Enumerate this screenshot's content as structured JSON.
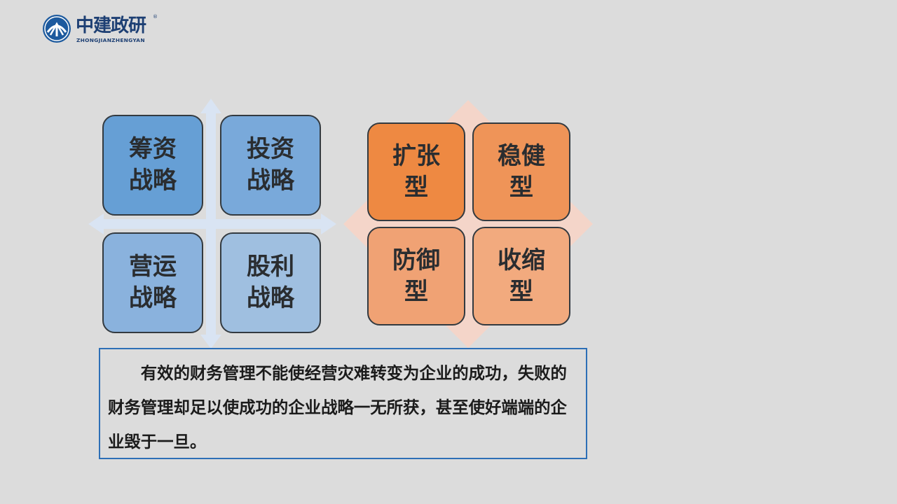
{
  "logo": {
    "name": "中建政研",
    "pinyin": "ZHONGJIANZHENGYAN",
    "registered": "®"
  },
  "colors": {
    "background": "#dcdcdc",
    "logo_blue": "#1d3f73",
    "quote_border": "#2d6fb6",
    "blue_tiles": [
      "#669fd5",
      "#79a9da",
      "#8ab2dd",
      "#9fbfe0"
    ],
    "orange_tiles": [
      "#ee8942",
      "#ef9458",
      "#f0a274",
      "#f2aa7e"
    ],
    "blue_cross": "#d9e4f3",
    "peach_diamond": "#f4d5c9"
  },
  "strategy_matrix": {
    "tiles": [
      {
        "label": "筹资\n战略"
      },
      {
        "label": "投资\n战略"
      },
      {
        "label": "营运\n战略"
      },
      {
        "label": "股利\n战略"
      }
    ]
  },
  "type_matrix": {
    "tiles": [
      {
        "label": "扩张\n型"
      },
      {
        "label": "稳健\n型"
      },
      {
        "label": "防御\n型"
      },
      {
        "label": "收缩\n型"
      }
    ]
  },
  "quote": {
    "text": "有效的财务管理不能使经营灾难转变为企业的成功，失败的财务管理却足以使成功的企业战略一无所获，甚至使好端端的企业毁于一旦。"
  }
}
